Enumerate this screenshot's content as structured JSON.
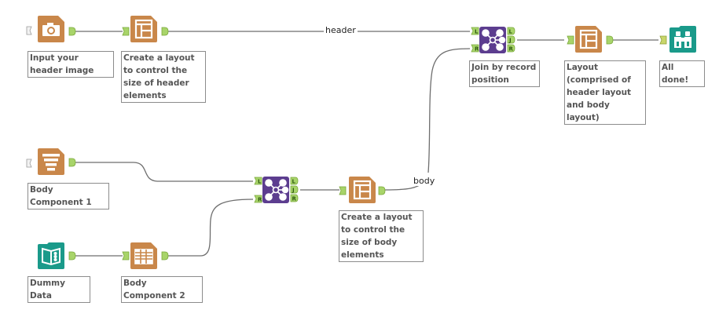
{
  "workflow": {
    "tools": [
      {
        "id": "input-header-image",
        "type": "input",
        "icon": "camera-icon",
        "color": "#c9874a",
        "annotation": "Input your header image"
      },
      {
        "id": "layout-header",
        "type": "layout",
        "icon": "layout-icon",
        "color": "#c9874a",
        "annotation": "Create a layout to control the size of header elements"
      },
      {
        "id": "join-top",
        "type": "join-multiple",
        "icon": "join-icon",
        "color": "#5c3d8f",
        "annotation": "Join by record position"
      },
      {
        "id": "layout-final",
        "type": "layout",
        "icon": "layout-icon",
        "color": "#c9874a",
        "annotation": "Layout (comprised of header layout and body layout)"
      },
      {
        "id": "browse",
        "type": "browse",
        "icon": "binoculars-icon",
        "color": "#1a9a8a",
        "annotation": "All done!"
      },
      {
        "id": "body-component-1",
        "type": "text",
        "icon": "text-lines-icon",
        "color": "#c9874a",
        "annotation": "Body Component 1"
      },
      {
        "id": "join-body",
        "type": "join-multiple",
        "icon": "join-icon",
        "color": "#5c3d8f",
        "annotation": ""
      },
      {
        "id": "layout-body",
        "type": "layout",
        "icon": "layout-icon",
        "color": "#c9874a",
        "annotation": "Create a layout to control the size of body elements"
      },
      {
        "id": "dummy-data",
        "type": "text-input",
        "icon": "book-icon",
        "color": "#1a9a8a",
        "annotation": "Dummy Data"
      },
      {
        "id": "body-component-2",
        "type": "table",
        "icon": "table-icon",
        "color": "#c9874a",
        "annotation": "Body Component 2"
      }
    ],
    "connection_labels": {
      "header": "header",
      "body": "body"
    },
    "anchor_labels": {
      "left": "L",
      "join": "J",
      "right": "R"
    },
    "colors": {
      "anchor_fill": "#a8d46a",
      "anchor_stroke": "#7aa83a",
      "connection": "#6e6e6e",
      "reporting_orange": "#c9874a",
      "join_purple": "#5c3d8f",
      "teal": "#1a9a8a"
    }
  }
}
